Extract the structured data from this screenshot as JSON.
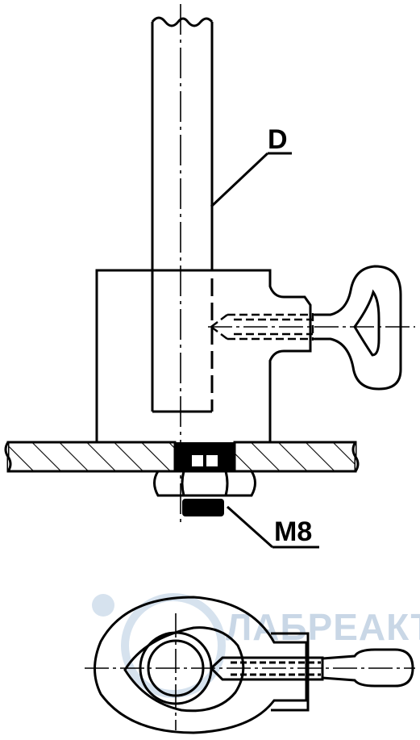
{
  "labels": {
    "diameter": "D",
    "thread": "M8"
  },
  "watermark": {
    "text": "ЛАБРЕАКТИВ"
  },
  "colors": {
    "line": "#000000",
    "background": "#ffffff",
    "watermark": "#c9d7e6"
  }
}
